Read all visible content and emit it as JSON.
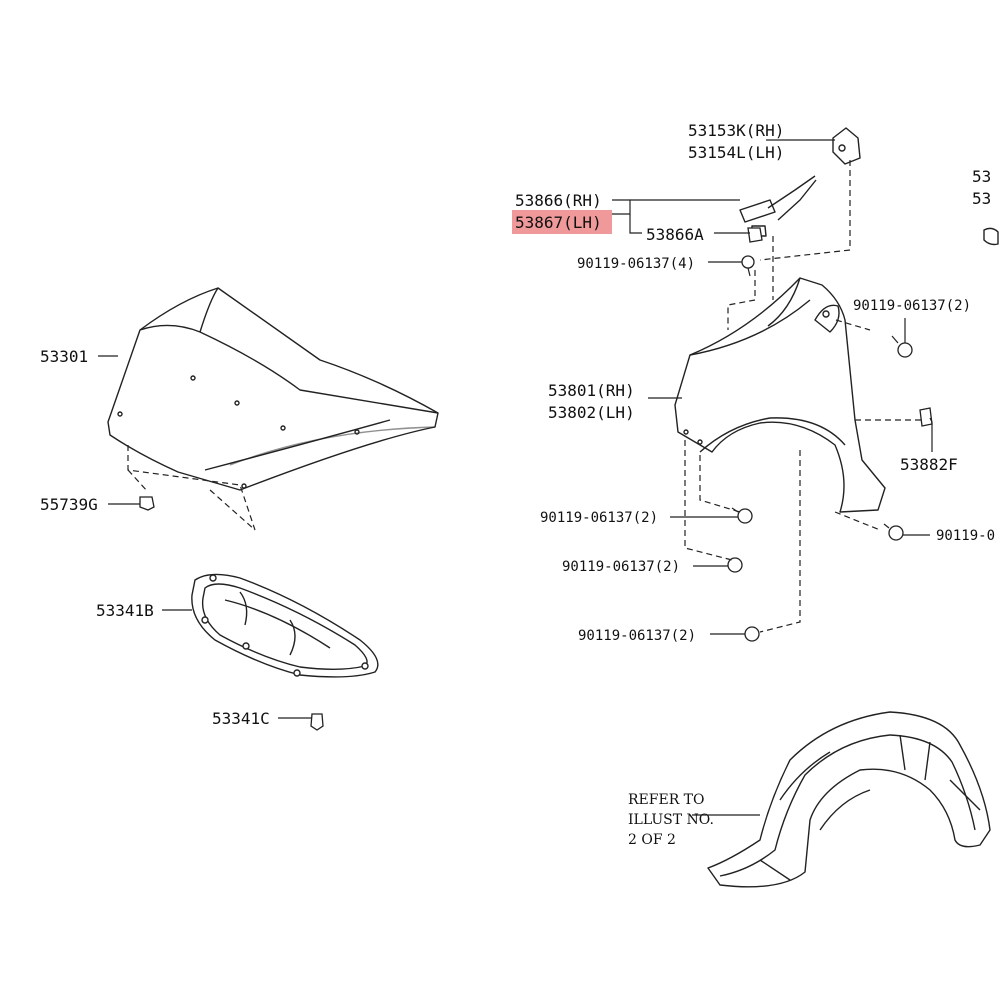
{
  "colors": {
    "highlight": "#e9777a",
    "line": "#222222",
    "background": "#ffffff"
  },
  "labels": {
    "p53153k": "53153K(RH)",
    "p53154l": "53154L(LH)",
    "p53866": "53866(RH)",
    "p53867": "53867(LH)",
    "p53866a": "53866A",
    "bolt_top": "90119-06137(4)",
    "bolt_right": "90119-06137(2)",
    "p53801": "53801(RH)",
    "p53802": "53802(LH)",
    "p53882f": "53882F",
    "p53301": "53301",
    "p55739g": "55739G",
    "bolt_mid": "90119-06137(2)",
    "bolt_lower": "90119-06137(2)",
    "bolt_bottom": "90119-06137(2)",
    "bolt_edge": "90119-0",
    "p53341b": "53341B",
    "p53341c": "53341C",
    "edge_top": "53",
    "edge_bottom": "53"
  },
  "note": {
    "line1": "REFER TO",
    "line2": "ILLUST NO.",
    "line3": "2 OF 2"
  },
  "highlighted_part": "53867(LH)"
}
